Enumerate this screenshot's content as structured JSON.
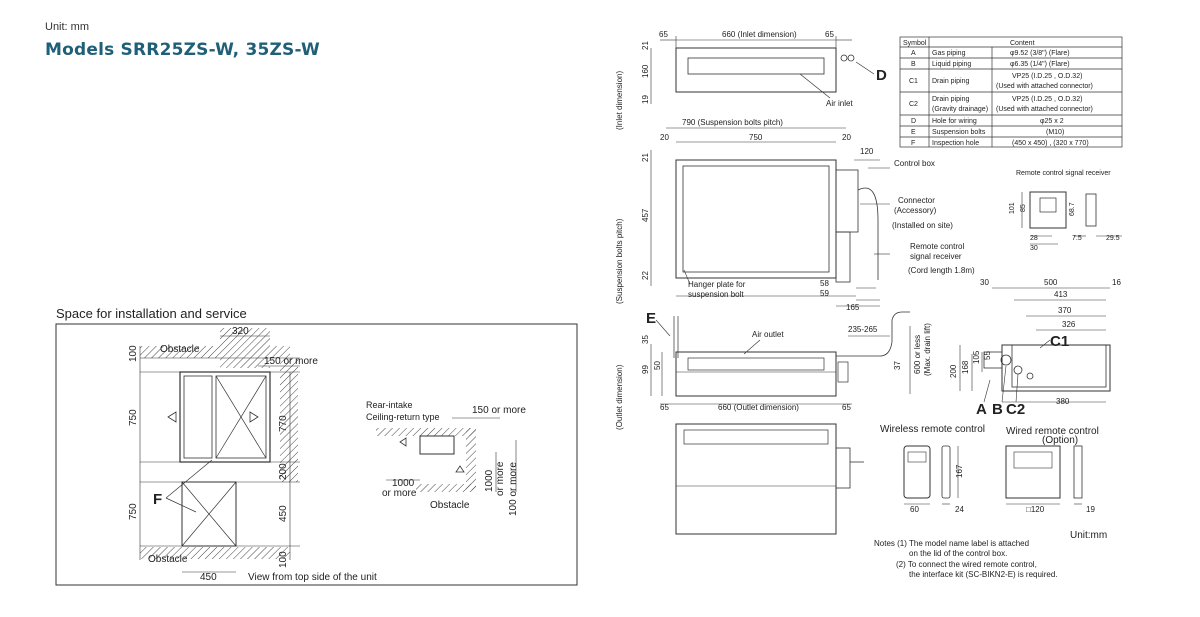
{
  "header": {
    "unit": "Unit: mm",
    "title": "Models SRR25ZS-W, 35ZS-W"
  },
  "space": {
    "title": "Space for installation and service",
    "obstacle": "Obstacle",
    "d320": "320",
    "d150": "150 or more",
    "d100top": "100",
    "d750a": "750",
    "d770": "770",
    "d200": "200",
    "d750b": "750",
    "d450v": "450",
    "d100bot": "100",
    "d450h": "450",
    "F": "F",
    "view": "View from top side of the unit",
    "rear_intake": "Rear-intake",
    "ceiling_return": "Ceiling-return type",
    "r150": "150 or more",
    "r1000a": "1000",
    "r1000b": "or more",
    "r1000v": "1000",
    "r1000v2": "or more",
    "r100v": "100 or more",
    "r_obstacle": "Obstacle"
  },
  "top_view": {
    "d65l": "65",
    "d660": "660 (Inlet dimension)",
    "d65r": "65",
    "d21": "21",
    "d160": "160",
    "d19": "19",
    "inlet_dim": "(Inlet dimension)",
    "air_inlet": "Air inlet",
    "D": "D"
  },
  "plan_view": {
    "d790": "790 (Suspension bolts pitch)",
    "d20l": "20",
    "d750": "750",
    "d20r": "20",
    "d120": "120",
    "d21": "21",
    "d457": "457",
    "d22": "22",
    "bolt_pitch": "(Suspension bolts pitch)",
    "control_box": "Control box",
    "connector": "Connector",
    "accessory": "(Accessory)",
    "installed": "(Installed on site)",
    "remote_recv1": "Remote control",
    "remote_recv2": "signal receiver",
    "cord": "(Cord length 1.8m)",
    "hanger1": "Hanger plate for",
    "hanger2": "suspension bolt",
    "d58": "58",
    "d59": "59",
    "d165": "165"
  },
  "symbols": {
    "col_symbol": "Symbol",
    "col_content": "Content",
    "rows": [
      {
        "s": "A",
        "name": "Gas piping",
        "val": "φ9.52 (3/8\") (Flare)",
        "val2": ""
      },
      {
        "s": "B",
        "name": "Liquid piping",
        "val": "φ6.35 (1/4\") (Flare)",
        "val2": ""
      },
      {
        "s": "C1",
        "name": "Drain piping",
        "val": "VP25 (I.D.25 , O.D.32)",
        "val2": "(Used with attached connector)"
      },
      {
        "s": "C2",
        "name": "Drain piping",
        "name2": "(Gravity drainage)",
        "val": "VP25 (I.D.25 , O.D.32)",
        "val2": "(Used with attached connector)"
      },
      {
        "s": "D",
        "name": "Hole for wiring",
        "val": "φ25 x 2",
        "val2": ""
      },
      {
        "s": "E",
        "name": "Suspension bolts",
        "val": "(M10)",
        "val2": ""
      },
      {
        "s": "F",
        "name": "Inspection hole",
        "val": "(450 x 450) , (320 x 770)",
        "val2": ""
      }
    ]
  },
  "receiver": {
    "title": "Remote control signal receiver",
    "d101": "101",
    "d85": "85",
    "d687": "68.7",
    "d28": "28",
    "d30": "30",
    "d75": "7.5",
    "d295": "29.5"
  },
  "side_view": {
    "E": "E",
    "air_outlet": "Air outlet",
    "d235": "235-265",
    "d35": "35",
    "d99": "99",
    "d50": "50",
    "d37": "37",
    "d600": "600 or less",
    "maxdrain": "(Max. drain lift)",
    "outlet_dim": "(Outlet dimension)",
    "d65l": "65",
    "d660": "660 (Outlet dimension)",
    "d65r": "65"
  },
  "end_view": {
    "d30": "30",
    "d500": "500",
    "d16": "16",
    "d413": "413",
    "d370": "370",
    "d326": "326",
    "C1": "C1",
    "d200": "200",
    "d168": "168",
    "d105": "105",
    "d55": "55",
    "A": "A",
    "B": "B",
    "C2": "C2",
    "d380": "380"
  },
  "remotes": {
    "wireless": "Wireless remote control",
    "wired1": "Wired remote control",
    "wired2": "(Option)",
    "d167": "167",
    "d60": "60",
    "d24": "24",
    "d120": "□120",
    "d19": "19",
    "unit": "Unit:mm"
  },
  "notes": {
    "n1a": "Notes (1) The model name label is attached",
    "n1b": "on the lid of the control box.",
    "n2a": "(2) To connect the wired remote control,",
    "n2b": "the interface kit (SC-BIKN2-E) is required."
  }
}
